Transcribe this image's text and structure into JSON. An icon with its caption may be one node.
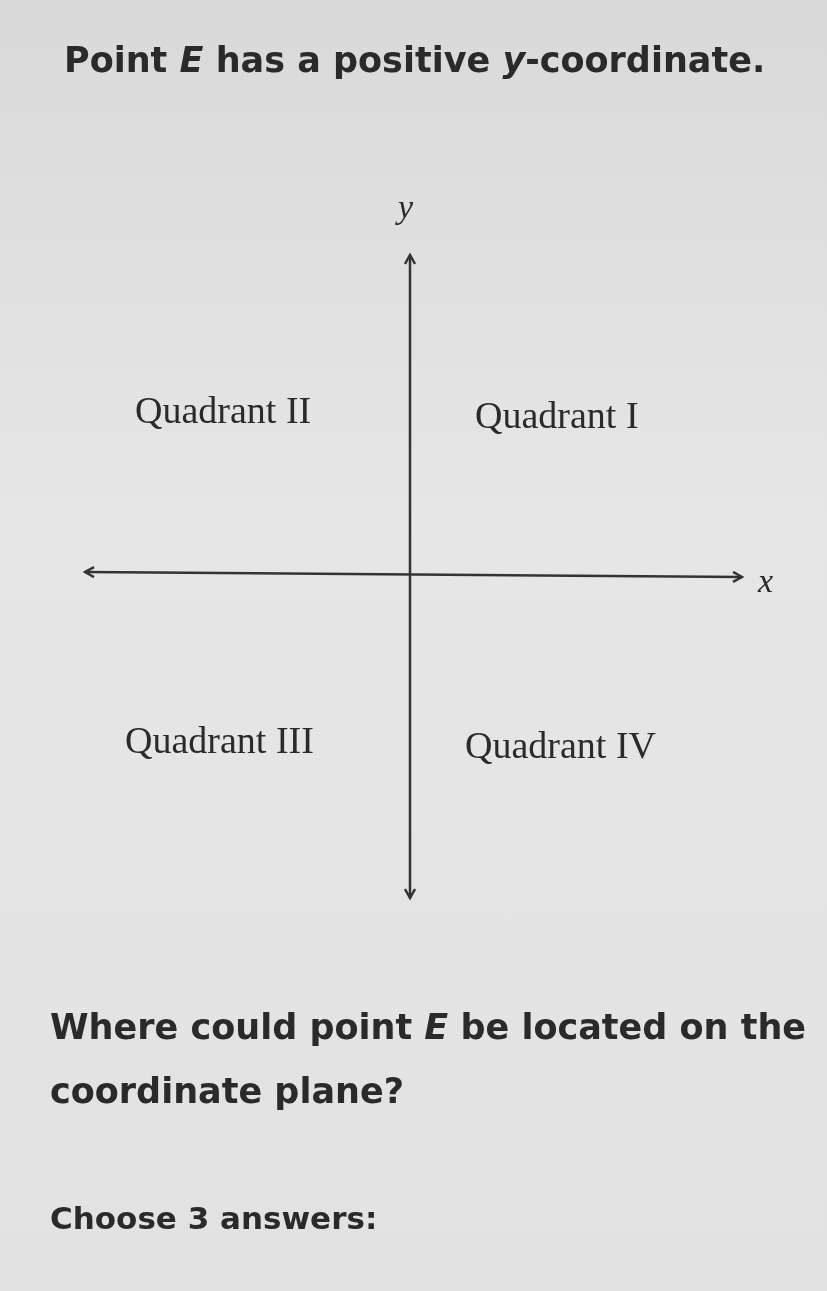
{
  "diagram": {
    "title": "Point *E* has a positive *y*-coordinate.",
    "labels": [
      "y",
      "Quadrant II",
      "Quadrant I",
      "x",
      "Quadrant III",
      "Quadrant IV",
      "Where could point *E* be located on the coordinate plane?",
      "Choose 3 answers:"
    ]
  }
}
